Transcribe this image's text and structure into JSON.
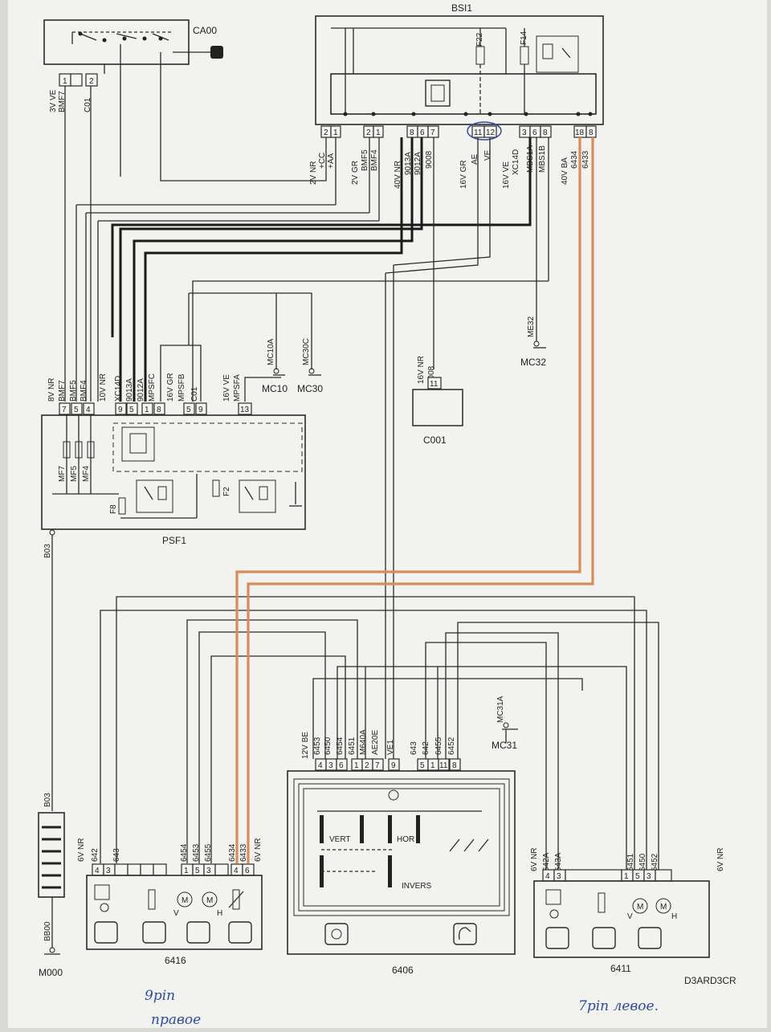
{
  "components": {
    "BSI1": "BSI1",
    "CA00": "CA00",
    "PSF1": "PSF1",
    "C001": "C001",
    "c6416": "6416",
    "c6406": "6406",
    "c6411": "6411",
    "MC10": "MC10",
    "MC30": "MC30",
    "MC32": "MC32",
    "MC31": "MC31",
    "BB00": "BB00",
    "M000": "M000",
    "B03": "B03",
    "B03b": "B03"
  },
  "ca00_connector": {
    "pins": [
      "1",
      "2"
    ],
    "wire_left": [
      "3V VE",
      "BMF7"
    ],
    "wire_right": "C01"
  },
  "bsi_fuses": [
    "F22",
    "F14"
  ],
  "bsi_connectors": {
    "c1_pins": [
      "2",
      "1",
      "2",
      "1"
    ],
    "c2_pins": [
      "8",
      "6",
      "7"
    ],
    "c3_pins": [
      "11",
      "12",
      "3",
      "6",
      "8"
    ],
    "c4_pins": [
      "18",
      "8"
    ]
  },
  "bsi_labels": [
    "2V NR",
    "+CC",
    "+AA",
    "2V GR",
    "BMF5",
    "BMF4",
    "40V NR",
    "9013A",
    "9012A",
    "9008",
    "16V GR",
    "AE",
    "VE",
    "16V VE",
    "XC14D",
    "MBS1A",
    "MBS1B",
    "40V BA",
    "6434",
    "6433"
  ],
  "psf_labels": [
    "8V NR",
    "BMF7",
    "BMF5",
    "BMF4",
    "10V NR",
    "XC14D",
    "9013A",
    "9012A",
    "MPSFC",
    "16V GR",
    "MPSFB",
    "C01",
    "16V VE",
    "MPSFA"
  ],
  "psf_pins": [
    "7",
    "5",
    "4",
    "9",
    "5",
    "1",
    "8",
    "5",
    "9",
    "13"
  ],
  "psf_internal": [
    "MF7",
    "MF5",
    "MF4",
    "F8",
    "F2"
  ],
  "mc_labels": [
    "MC10A",
    "MC30C",
    "ME32",
    "MC31A"
  ],
  "c001_labels": [
    "16V NR",
    "9008"
  ],
  "c001_pin": "11",
  "c6406_labels": [
    "12V BE",
    "6453",
    "6450",
    "6454",
    "6451",
    "M640A",
    "AE20E",
    "VE1",
    "643",
    "642",
    "6455",
    "6452"
  ],
  "c6406_pins": [
    "4",
    "3",
    "6",
    "1",
    "2",
    "7",
    "9",
    "5",
    "1",
    "11",
    "8"
  ],
  "c6406_internal": [
    "VERT",
    "HOR",
    "INVERS"
  ],
  "c6416_labels": [
    "6V NR",
    "642",
    "643",
    "6454",
    "6453",
    "6455",
    "6434",
    "6433",
    "6V NR"
  ],
  "c6416_pins": [
    "4",
    "3",
    "1",
    "5",
    "3",
    "4",
    "6"
  ],
  "c6411_labels": [
    "6V NR",
    "642A",
    "643A",
    "6451",
    "6450",
    "6452",
    "6V NR"
  ],
  "c6411_pins": [
    "4",
    "3",
    "1",
    "5",
    "3"
  ],
  "motor_letters": [
    "V",
    "H",
    "V",
    "H"
  ],
  "doc_code": "D3ARD3CR",
  "handwriting": {
    "left": "9pin",
    "left2": "правое",
    "right": "7pin левое."
  }
}
